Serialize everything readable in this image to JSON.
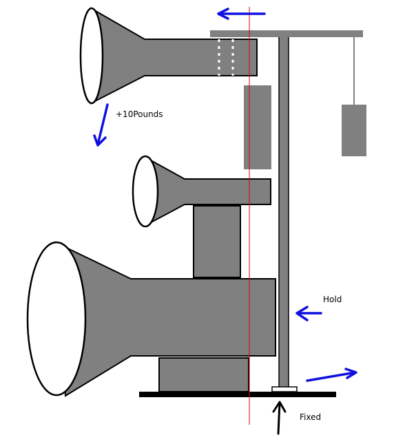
{
  "labels": {
    "weight_added": "+10Pounds",
    "hold": "Hold",
    "fixed": "Fixed"
  },
  "colors": {
    "body_gray": "#808080",
    "arrow_blue": "#1010e0",
    "center_line_red": "#e00000",
    "outline_black": "#000000",
    "background": "#ffffff"
  }
}
